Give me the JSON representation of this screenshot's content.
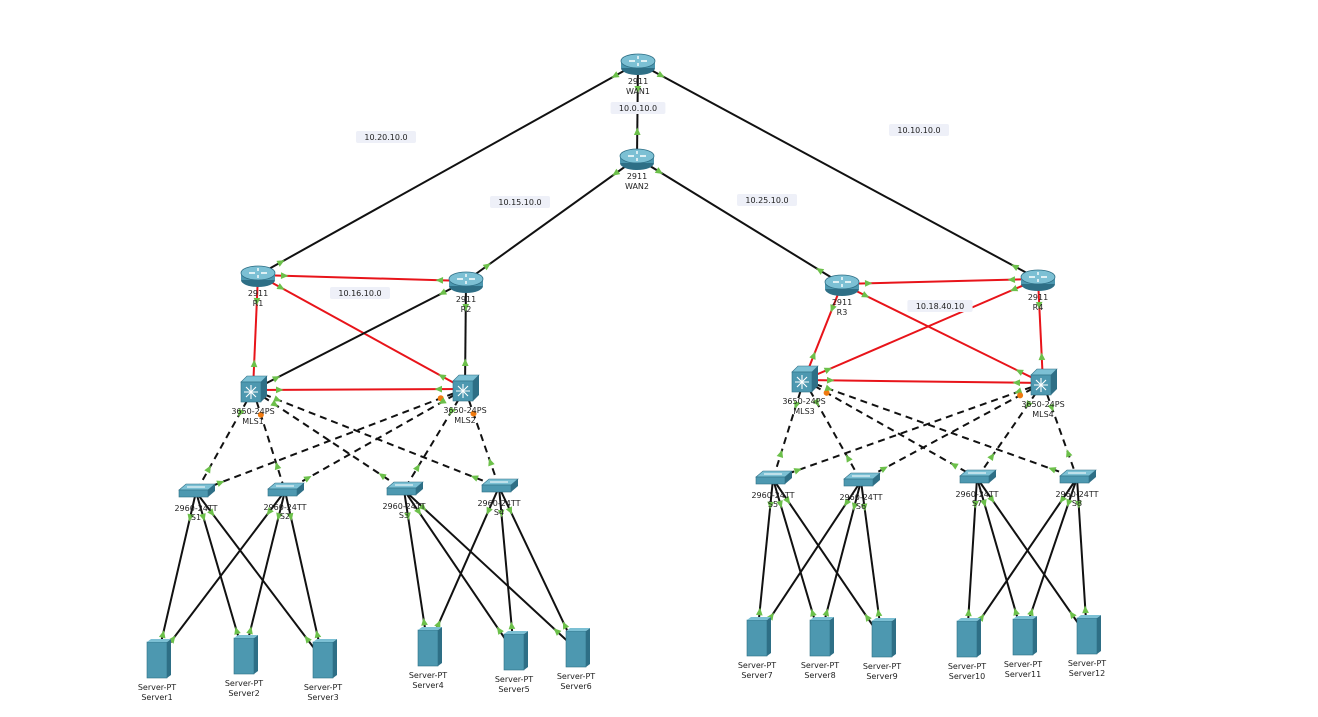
{
  "nodes": {
    "WAN1": {
      "kind": "router",
      "model": "2911",
      "name": "WAN1"
    },
    "WAN2": {
      "kind": "router",
      "model": "2911",
      "name": "WAN2"
    },
    "R1": {
      "kind": "router",
      "model": "2911",
      "name": "R1"
    },
    "R2": {
      "kind": "router",
      "model": "2911",
      "name": "R2"
    },
    "R3": {
      "kind": "router",
      "model": "2911",
      "name": "R3"
    },
    "R4": {
      "kind": "router",
      "model": "2911",
      "name": "R4"
    },
    "MLS1": {
      "kind": "mls",
      "model": "3650-24PS",
      "name": "MLS1"
    },
    "MLS2": {
      "kind": "mls",
      "model": "3650-24PS",
      "name": "MLS2"
    },
    "MLS3": {
      "kind": "mls",
      "model": "3650-24PS",
      "name": "MLS3"
    },
    "MLS4": {
      "kind": "mls",
      "model": "3650-24PS",
      "name": "MLS4"
    },
    "S1": {
      "kind": "switch",
      "model": "2960-24TT",
      "name": "S1"
    },
    "S2": {
      "kind": "switch",
      "model": "2960-24TT",
      "name": "S2"
    },
    "S3": {
      "kind": "switch",
      "model": "2960-24TT",
      "name": "S3"
    },
    "S4": {
      "kind": "switch",
      "model": "2960-24TT",
      "name": "S4"
    },
    "S5": {
      "kind": "switch",
      "model": "2960-24TT",
      "name": "S5"
    },
    "S6": {
      "kind": "switch",
      "model": "2960-24TT",
      "name": "S6"
    },
    "S7": {
      "kind": "switch",
      "model": "2960-24TT",
      "name": "S7"
    },
    "S8": {
      "kind": "switch",
      "model": "2960-24TT",
      "name": "S8"
    },
    "Server1": {
      "kind": "server",
      "model": "Server-PT",
      "name": "Server1"
    },
    "Server2": {
      "kind": "server",
      "model": "Server-PT",
      "name": "Server2"
    },
    "Server3": {
      "kind": "server",
      "model": "Server-PT",
      "name": "Server3"
    },
    "Server4": {
      "kind": "server",
      "model": "Server-PT",
      "name": "Server4"
    },
    "Server5": {
      "kind": "server",
      "model": "Server-PT",
      "name": "Server5"
    },
    "Server6": {
      "kind": "server",
      "model": "Server-PT",
      "name": "Server6"
    },
    "Server7": {
      "kind": "server",
      "model": "Server-PT",
      "name": "Server7"
    },
    "Server8": {
      "kind": "server",
      "model": "Server-PT",
      "name": "Server8"
    },
    "Server9": {
      "kind": "server",
      "model": "Server-PT",
      "name": "Server9"
    },
    "Server10": {
      "kind": "server",
      "model": "Server-PT",
      "name": "Server10"
    },
    "Server11": {
      "kind": "server",
      "model": "Server-PT",
      "name": "Server11"
    },
    "Server12": {
      "kind": "server",
      "model": "Server-PT",
      "name": "Server12"
    }
  },
  "network_labels": [
    "10.0.10.0",
    "10.20.10.0",
    "10.10.10.0",
    "10.15.10.0",
    "10.25.10.0",
    "10.16.10.0",
    "10.18.40.10"
  ],
  "links": [
    {
      "a": "WAN1",
      "b": "WAN2",
      "style": "black"
    },
    {
      "a": "WAN1",
      "b": "R1",
      "style": "black"
    },
    {
      "a": "WAN1",
      "b": "R4",
      "style": "black"
    },
    {
      "a": "WAN2",
      "b": "R2",
      "style": "black"
    },
    {
      "a": "WAN2",
      "b": "R3",
      "style": "black"
    },
    {
      "a": "R1",
      "b": "R2",
      "style": "red"
    },
    {
      "a": "R1",
      "b": "MLS1",
      "style": "red"
    },
    {
      "a": "R1",
      "b": "MLS2",
      "style": "red"
    },
    {
      "a": "R2",
      "b": "MLS1",
      "style": "black"
    },
    {
      "a": "R2",
      "b": "MLS2",
      "style": "black"
    },
    {
      "a": "MLS1",
      "b": "MLS2",
      "style": "red"
    },
    {
      "a": "R3",
      "b": "R4",
      "style": "red"
    },
    {
      "a": "R3",
      "b": "MLS3",
      "style": "red"
    },
    {
      "a": "R3",
      "b": "MLS4",
      "style": "red"
    },
    {
      "a": "R4",
      "b": "MLS3",
      "style": "red"
    },
    {
      "a": "R4",
      "b": "MLS4",
      "style": "red"
    },
    {
      "a": "MLS3",
      "b": "MLS4",
      "style": "red"
    },
    {
      "a": "MLS1",
      "b": "S1",
      "style": "dashed"
    },
    {
      "a": "MLS1",
      "b": "S2",
      "style": "dashed"
    },
    {
      "a": "MLS1",
      "b": "S3",
      "style": "dashed"
    },
    {
      "a": "MLS1",
      "b": "S4",
      "style": "dashed"
    },
    {
      "a": "MLS2",
      "b": "S1",
      "style": "dashed"
    },
    {
      "a": "MLS2",
      "b": "S2",
      "style": "dashed"
    },
    {
      "a": "MLS2",
      "b": "S3",
      "style": "dashed"
    },
    {
      "a": "MLS2",
      "b": "S4",
      "style": "dashed"
    },
    {
      "a": "MLS3",
      "b": "S5",
      "style": "dashed"
    },
    {
      "a": "MLS3",
      "b": "S6",
      "style": "dashed"
    },
    {
      "a": "MLS3",
      "b": "S7",
      "style": "dashed"
    },
    {
      "a": "MLS3",
      "b": "S8",
      "style": "dashed"
    },
    {
      "a": "MLS4",
      "b": "S5",
      "style": "dashed"
    },
    {
      "a": "MLS4",
      "b": "S6",
      "style": "dashed"
    },
    {
      "a": "MLS4",
      "b": "S7",
      "style": "dashed"
    },
    {
      "a": "MLS4",
      "b": "S8",
      "style": "dashed"
    },
    {
      "a": "S1",
      "b": "Server1",
      "style": "black"
    },
    {
      "a": "S1",
      "b": "Server2",
      "style": "black"
    },
    {
      "a": "S1",
      "b": "Server3",
      "style": "black"
    },
    {
      "a": "S2",
      "b": "Server1",
      "style": "black"
    },
    {
      "a": "S2",
      "b": "Server2",
      "style": "black"
    },
    {
      "a": "S2",
      "b": "Server3",
      "style": "black"
    },
    {
      "a": "S3",
      "b": "Server4",
      "style": "black"
    },
    {
      "a": "S3",
      "b": "Server5",
      "style": "black"
    },
    {
      "a": "S3",
      "b": "Server6",
      "style": "black"
    },
    {
      "a": "S4",
      "b": "Server4",
      "style": "black"
    },
    {
      "a": "S4",
      "b": "Server5",
      "style": "black"
    },
    {
      "a": "S4",
      "b": "Server6",
      "style": "black"
    },
    {
      "a": "S5",
      "b": "Server7",
      "style": "black"
    },
    {
      "a": "S5",
      "b": "Server8",
      "style": "black"
    },
    {
      "a": "S5",
      "b": "Server9",
      "style": "black"
    },
    {
      "a": "S6",
      "b": "Server7",
      "style": "black"
    },
    {
      "a": "S6",
      "b": "Server8",
      "style": "black"
    },
    {
      "a": "S6",
      "b": "Server9",
      "style": "black"
    },
    {
      "a": "S7",
      "b": "Server10",
      "style": "black"
    },
    {
      "a": "S7",
      "b": "Server11",
      "style": "black"
    },
    {
      "a": "S7",
      "b": "Server12",
      "style": "black"
    },
    {
      "a": "S8",
      "b": "Server10",
      "style": "black"
    },
    {
      "a": "S8",
      "b": "Server11",
      "style": "black"
    },
    {
      "a": "S8",
      "b": "Server12",
      "style": "black"
    }
  ],
  "colors": {
    "link_black": "#111111",
    "link_red": "#e8141a",
    "port_up": "#6cc04a",
    "port_blocked": "#f07a10",
    "device_fill": "#4d98b0",
    "device_dark": "#2e6f86",
    "net_label_bg": "#eef0f8"
  }
}
